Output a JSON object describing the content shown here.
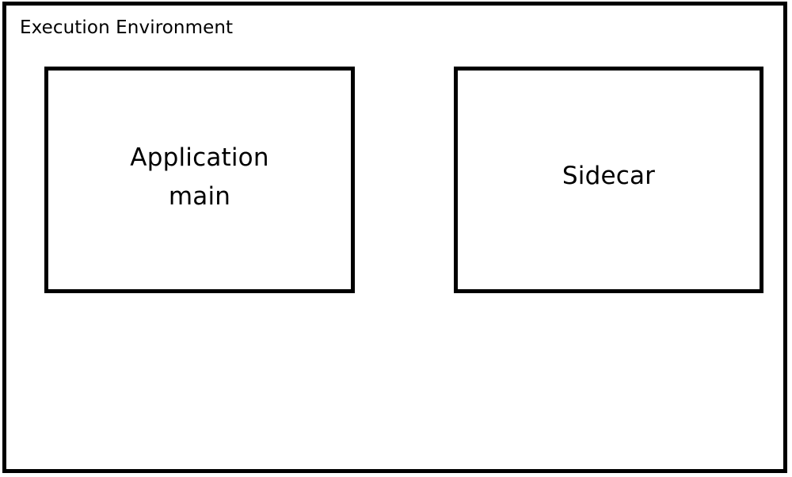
{
  "diagram": {
    "title": "Execution Environment",
    "stroke_color": "#000000",
    "fill_color": "#ffffff",
    "boxes": [
      {
        "id": "application",
        "lines": [
          "Application",
          "main"
        ],
        "line1": "Application",
        "line2": "main"
      },
      {
        "id": "sidecar",
        "lines": [
          "Sidecar"
        ],
        "line1": "Sidecar"
      }
    ]
  }
}
